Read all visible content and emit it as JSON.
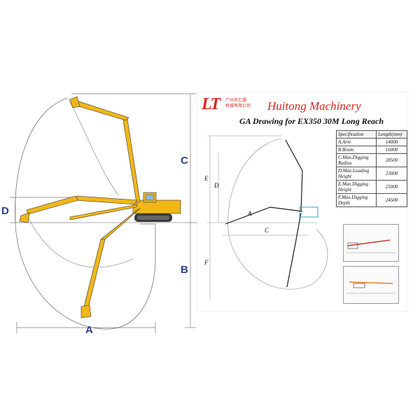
{
  "chart_data": {
    "type": "diagram",
    "left_labels": {
      "a": "A",
      "b": "B",
      "c": "C",
      "d": "D"
    },
    "sheet": {
      "logo_mark": "LT",
      "logo_cn_line1": "广州市汇通",
      "logo_cn_line2": "机械有限公司",
      "brand": "Huitong Machinery",
      "title": "GA Drawing for EX350 30M Long Reach",
      "drawing_labels": {
        "a": "A",
        "c": "C",
        "d": "D",
        "e": "E",
        "f": "F"
      },
      "table": {
        "header": [
          "Specification",
          "Length(mm)"
        ],
        "rows": [
          {
            "name": "A.Arm",
            "value": "14000"
          },
          {
            "name": "B.Boom",
            "value": "16000"
          },
          {
            "name": "C.Max.Digging Radius",
            "value": "28500"
          },
          {
            "name": "D.Max.Loading Height",
            "value": "23000"
          },
          {
            "name": "E.Max.Digging Height",
            "value": "25000"
          },
          {
            "name": "F.Max.Digging Depth",
            "value": "24500"
          }
        ]
      }
    },
    "colors": {
      "machine": "#f1b719",
      "dimension": "#2b3f8f",
      "brand": "#d7261e"
    }
  }
}
